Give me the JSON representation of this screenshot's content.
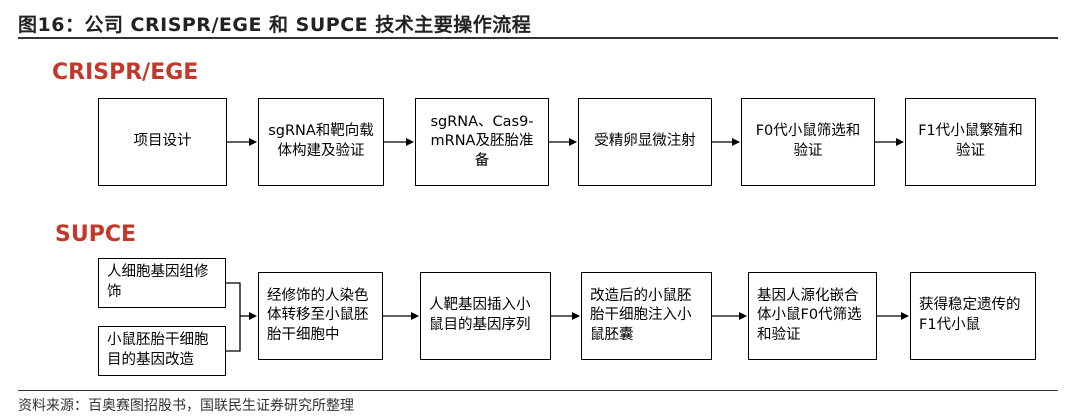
{
  "figure": {
    "title": "图16：公司 CRISPR/EGE 和 SUPCE 技术主要操作流程",
    "source": "资料来源：百奥赛图招股书，国联民生证券研究所整理"
  },
  "crispr": {
    "title": "CRISPR/EGE",
    "steps": [
      "项目设计",
      "sgRNA和靶向载体构建及验证",
      "sgRNA、Cas9-mRNA及胚胎准备",
      "受精卵显微注射",
      "F0代小鼠筛选和验证",
      "F1代小鼠繁殖和验证"
    ]
  },
  "supce": {
    "title": "SUPCE",
    "inputs": [
      "人细胞基因组修饰",
      "小鼠胚胎干细胞目的基因改造"
    ],
    "steps": [
      "经修饰的人染色体转移至小鼠胚胎干细胞中",
      "人靶基因插入小鼠目的基因序列",
      "改造后的小鼠胚胎干细胞注入小鼠胚囊",
      "基因人源化嵌合体小鼠F0代筛选和验证",
      "获得稳定遗传的F1代小鼠"
    ]
  },
  "colors": {
    "section_title": "#c0392b",
    "line": "#000000"
  }
}
